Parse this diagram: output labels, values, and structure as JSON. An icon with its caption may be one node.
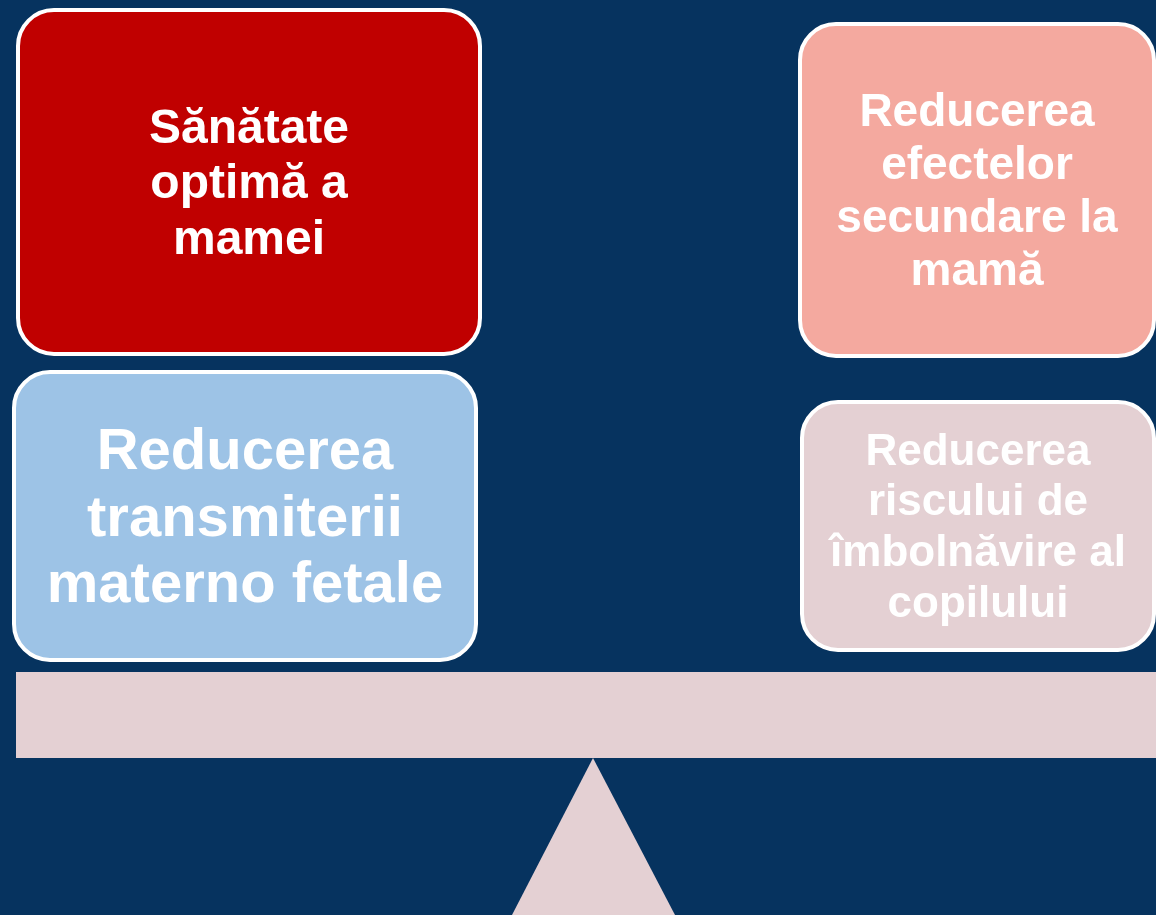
{
  "diagram": {
    "nodes": [
      {
        "text": [
          "Sănătate optimă a mamei"
        ]
      },
      {
        "text": [
          "Reducerea transmiterii materno fetale"
        ]
      },
      {
        "text": [
          "Reducerea efectelor secundare la mamă"
        ]
      },
      {
        "text": [
          "Reducerea riscului de îmbolnăvire al copilului"
        ]
      }
    ]
  }
}
